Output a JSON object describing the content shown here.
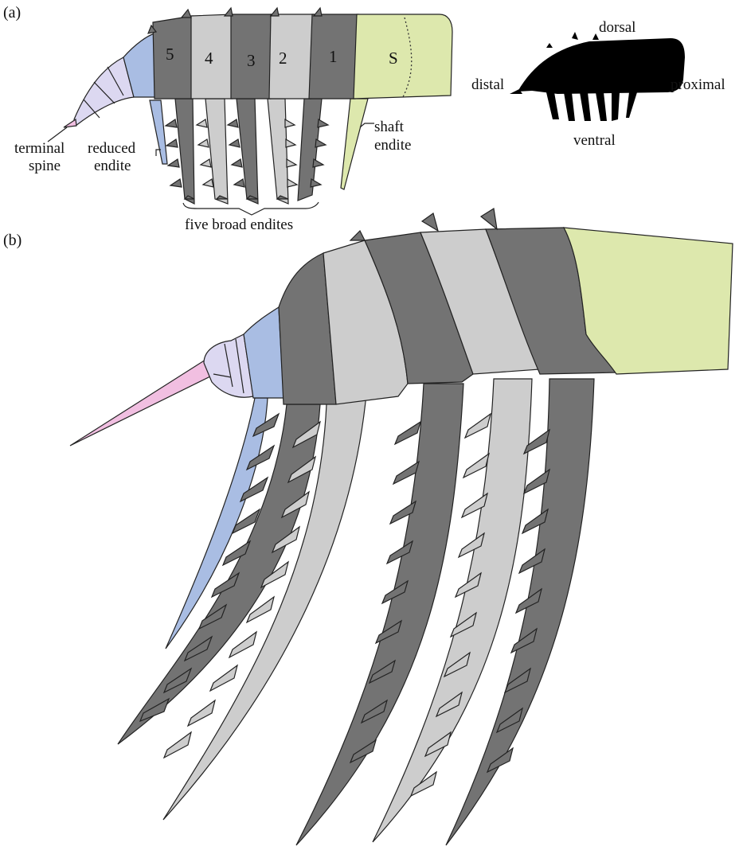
{
  "panels": {
    "a": "(a)",
    "b": "(b)"
  },
  "segments": {
    "s5": "5",
    "s4": "4",
    "s3": "3",
    "s2": "2",
    "s1": "1",
    "shaft": "S"
  },
  "labels": {
    "terminal_spine_1": "terminal",
    "terminal_spine_2": "spine",
    "reduced_endite_1": "reduced",
    "reduced_endite_2": "endite",
    "shaft_endite_1": "shaft",
    "shaft_endite_2": "endite",
    "five_broad_endites": "five broad endites"
  },
  "orientation": {
    "dorsal": "dorsal",
    "ventral": "ventral",
    "distal": "distal",
    "proximal": "proximal"
  },
  "colors": {
    "dark_segment": "#737373",
    "light_segment": "#cdcdcd",
    "shaft": "#dde8ad",
    "blue_segment": "#a9bde3",
    "lavender_segment": "#dcd8f1",
    "terminal_spine": "#f1bfe1"
  }
}
